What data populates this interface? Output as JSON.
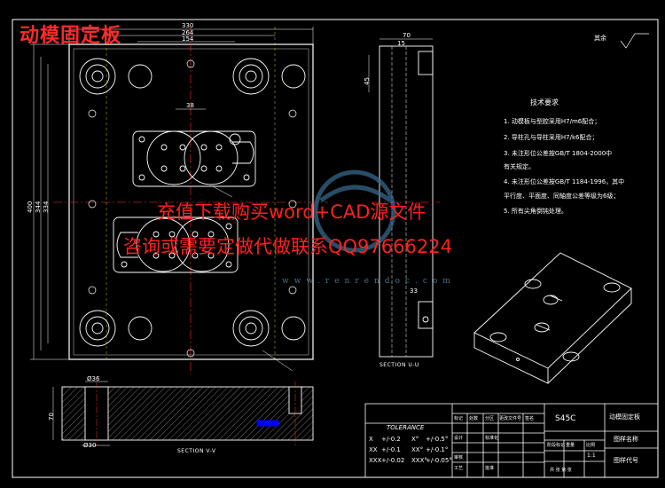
{
  "title": "动模固定板",
  "watermark": {
    "line1": "充值下载购买word+CAD源文件",
    "line2": "咨询或需要定做代做联系QQ97666224",
    "url": "www.renrendoc.com"
  },
  "dimensions": {
    "top": [
      "330",
      "264",
      "154"
    ],
    "left": [
      "400",
      "344",
      "334"
    ],
    "inner_38": "38",
    "side_70": "70",
    "side_45": "45",
    "side_15": "15",
    "side_33": "33",
    "bottom_36": "Ø36",
    "bottom_30": "Ø30",
    "bottom_70": "70"
  },
  "surface_mark": "其余",
  "tech_notes": {
    "title": "技术要求",
    "items": [
      "1. 动模板与型腔采用H7/m6配合；",
      "2. 导柱孔与导柱采用H7/k6配合；",
      "3. 未注形位公差按GB/T 1804-2000中",
      "    有关规定。",
      "4. 未注形位公差按GB/T 1184-1996，其中",
      "    平行度、平面度、同轴度公差等级为6级；",
      "5. 所有尖角倒钝处理。"
    ]
  },
  "sections": {
    "uu": "SECTION U-U",
    "vv": "SECTION V-V"
  },
  "tolerance": {
    "header": "TOLERANCE",
    "rows": [
      [
        "X",
        "+/-0.2",
        "X°",
        "+/-0.5°"
      ],
      [
        "XX",
        "+/-0.1",
        "XX°",
        "+/-0.1°"
      ],
      [
        "XXX",
        "+/-0.02",
        "XXX°",
        "+/-0.05°"
      ]
    ]
  },
  "title_block": {
    "material": "S45C",
    "part_name": "动模固定板",
    "drawing_name_label": "图样名称",
    "drawing_code_label": "图样代号",
    "scale": "1:1",
    "mark": "标记",
    "qty": "处数",
    "zone": "分区",
    "doc": "更改文件号",
    "sign": "签名",
    "date": "年月日",
    "design": "设计",
    "std": "标准化",
    "audit": "审核",
    "craft": "工艺",
    "approve": "批准",
    "stage": "阶段标记",
    "weight": "重量",
    "ratio": "比例",
    "sheet": "共 张 第 张"
  },
  "colors": {
    "background": "#000000",
    "line": "#ffffff",
    "highlight": "#ffff00",
    "watermark": "#ff2020",
    "center": "#ff3030",
    "accent": "#00c8ff"
  }
}
